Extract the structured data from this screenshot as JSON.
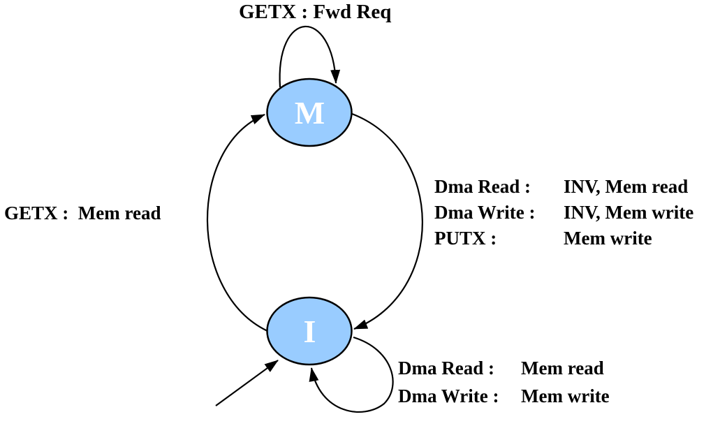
{
  "diagram": {
    "type": "state-machine",
    "description": "DMA cache coherence protocol state diagram with Modified and Invalid states",
    "colors": {
      "background": "#FFFFFF",
      "state_fill": "#99CCFF",
      "state_stroke": "#000000",
      "state_label_text": "#FFFFFF",
      "edge_stroke": "#000000",
      "label_text": "#000000"
    },
    "states": [
      {
        "id": "M",
        "label": "M"
      },
      {
        "id": "I",
        "label": "I"
      }
    ],
    "initial_state": "I",
    "edges": {
      "m_self_loop": {
        "from": "M",
        "to": "M",
        "label": "GETX : Fwd Req"
      },
      "i_to_m": {
        "from": "I",
        "to": "M",
        "label": "GETX :  Mem read"
      },
      "m_to_i": {
        "from": "M",
        "to": "I",
        "rows": [
          {
            "event": "Dma Read :",
            "action": "INV, Mem read"
          },
          {
            "event": "Dma Write :",
            "action": "INV, Mem write"
          },
          {
            "event": "PUTX :",
            "action": "Mem write"
          }
        ]
      },
      "i_self_loop": {
        "from": "I",
        "to": "I",
        "rows": [
          {
            "event": "Dma Read :",
            "action": "Mem read"
          },
          {
            "event": "Dma Write :",
            "action": "Mem write"
          }
        ]
      }
    }
  }
}
